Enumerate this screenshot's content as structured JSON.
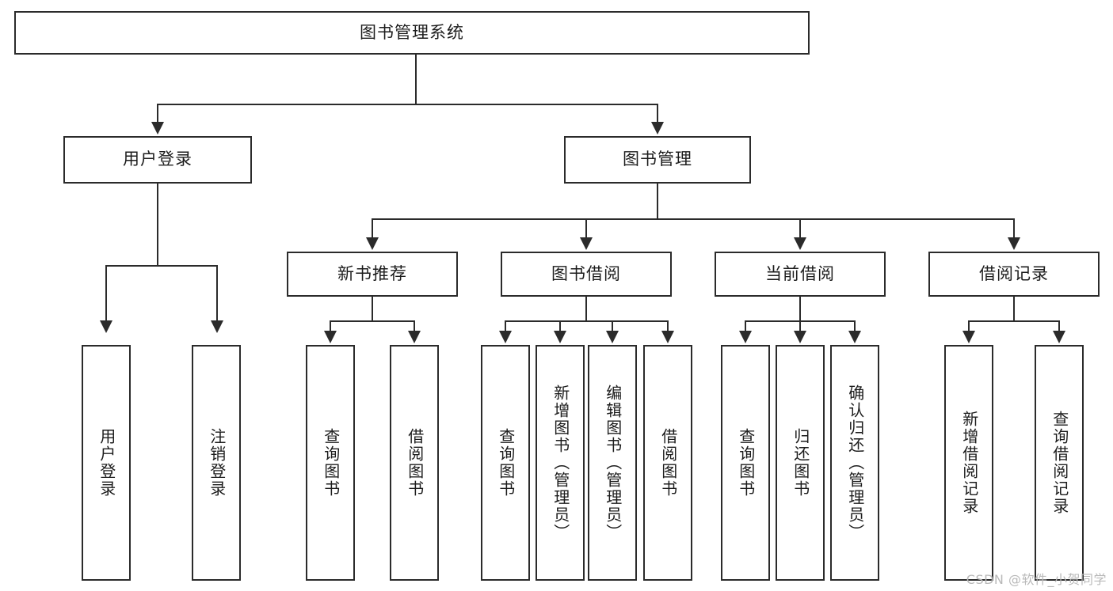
{
  "diagram": {
    "title": "图书管理系统",
    "type": "functional-structure-tree",
    "watermark": "CSDN @软件_小贺同学",
    "colors": {
      "stroke": "#2b2b2b",
      "fill": "#ffffff",
      "text": "#1c1c1c",
      "watermark": "#b9b9b9"
    },
    "root": {
      "label": "图书管理系统"
    },
    "level2": [
      {
        "label": "用户登录"
      },
      {
        "label": "图书管理"
      }
    ],
    "level3": [
      {
        "label": "新书推荐"
      },
      {
        "label": "图书借阅"
      },
      {
        "label": "当前借阅"
      },
      {
        "label": "借阅记录"
      }
    ],
    "leaves": {
      "user_login": [
        {
          "label": "用户登录"
        },
        {
          "label": "注销登录"
        }
      ],
      "new_book_recommend": [
        {
          "label": "查询图书"
        },
        {
          "label": "借阅图书"
        }
      ],
      "book_borrow": [
        {
          "label": "查询图书"
        },
        {
          "label": "新增图书（管理员）"
        },
        {
          "label": "编辑图书（管理员）"
        },
        {
          "label": "借阅图书"
        }
      ],
      "current_borrow": [
        {
          "label": "查询图书"
        },
        {
          "label": "归还图书"
        },
        {
          "label": "确认归还（管理员）"
        }
      ],
      "borrow_record": [
        {
          "label": "新增借阅记录"
        },
        {
          "label": "查询借阅记录"
        }
      ]
    }
  }
}
